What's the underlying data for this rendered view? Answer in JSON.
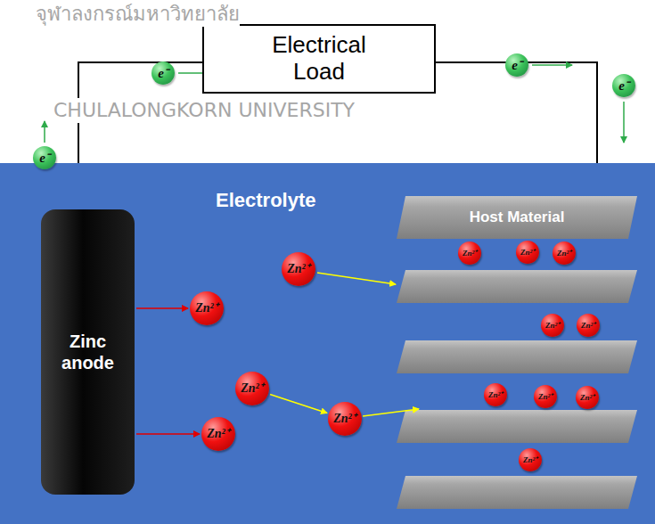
{
  "diagram": {
    "nodes": [
      {
        "text": [
          "Electrical Load"
        ]
      },
      {
        "text": [
          "e⁻"
        ]
      },
      {
        "text": [
          "e⁻"
        ]
      },
      {
        "text": [
          "e⁻"
        ]
      },
      {
        "text": [
          "e⁻"
        ]
      },
      {
        "text": [
          "Electrolyte"
        ]
      },
      {
        "text": [
          "Zinc anode"
        ],
        "in": 5
      },
      {
        "text": [
          "Host Material"
        ],
        "in": 5
      },
      {
        "text": [
          "Zn²⁺"
        ],
        "in": 5
      },
      {
        "text": [
          "Zn²⁺"
        ],
        "in": 5
      },
      {
        "text": [
          "Zn²⁺"
        ],
        "in": 5
      },
      {
        "text": [
          "Zn²⁺"
        ],
        "in": 5
      },
      {
        "text": [
          "Zn²⁺"
        ],
        "in": 5
      },
      {
        "text": [
          "Zn²⁺"
        ],
        "in": 5
      },
      {
        "text": [
          "Zn²⁺"
        ],
        "in": 5
      },
      {
        "text": [
          "Zn²⁺"
        ],
        "in": 5
      },
      {
        "text": [
          "Zn²⁺"
        ],
        "in": 5
      },
      {
        "text": [
          "Zn²⁺"
        ],
        "in": 5
      },
      {
        "text": [
          "Zn²⁺"
        ],
        "in": 5
      },
      {
        "text": [
          "Zn²⁺"
        ],
        "in": 5
      },
      {
        "text": [
          "Zn²⁺"
        ],
        "in": 5
      },
      {
        "text": [
          "Zn²⁺"
        ],
        "in": 5
      }
    ],
    "edges": [
      {
        "from": 6,
        "to": 9,
        "arrow": "to"
      },
      {
        "from": 6,
        "to": 12,
        "arrow": "to"
      },
      {
        "from": 10,
        "to": 11,
        "arrow": "to"
      }
    ],
    "labels": [
      "จุฬาลงกรณ์มหาวิทยาลัย",
      "CHULALONGKORN UNIVERSITY"
    ]
  }
}
